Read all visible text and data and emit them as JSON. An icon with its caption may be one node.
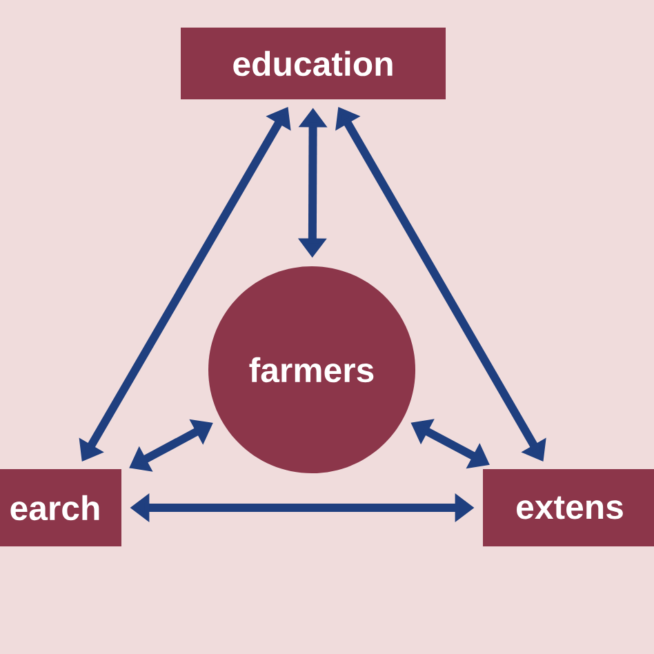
{
  "diagram": {
    "nodes": [
      {
        "text": [
          "education"
        ]
      },
      {
        "text": [
          "farmers"
        ]
      },
      {
        "text": [
          "earch"
        ]
      },
      {
        "text": [
          "extens"
        ]
      }
    ],
    "edges": [
      {
        "from": 0,
        "to": 1,
        "arrow": "both"
      },
      {
        "from": 0,
        "to": 2,
        "arrow": "both"
      },
      {
        "from": 0,
        "to": 3,
        "arrow": "both"
      },
      {
        "from": 1,
        "to": 2,
        "arrow": "both"
      },
      {
        "from": 1,
        "to": 3,
        "arrow": "both"
      },
      {
        "from": 2,
        "to": 3,
        "arrow": "both"
      }
    ]
  }
}
